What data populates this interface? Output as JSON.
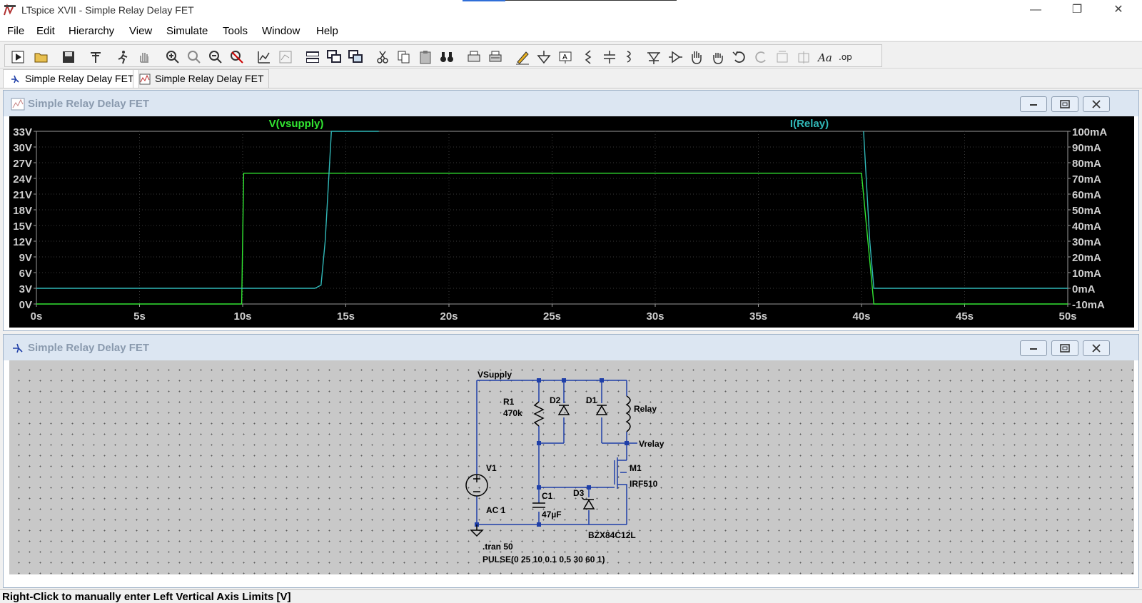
{
  "window": {
    "title": "LTspice XVII - Simple Relay Delay FET",
    "minimize": "—",
    "restore": "❐",
    "close": "✕"
  },
  "menu": [
    "File",
    "Edit",
    "Hierarchy",
    "View",
    "Simulate",
    "Tools",
    "Window",
    "Help"
  ],
  "tabs": [
    {
      "label": "Simple Relay Delay FET",
      "icon": "schematic-icon",
      "active": true
    },
    {
      "label": "Simple Relay Delay FET",
      "icon": "waveform-icon",
      "active": false
    }
  ],
  "plot_window": {
    "title": "Simple Relay Delay FET",
    "trace_labels": {
      "left": "V(vsupply)",
      "right": "I(Relay)"
    }
  },
  "schematic_window": {
    "title": "Simple Relay Delay FET",
    "labels": {
      "vsupply": "VSupply",
      "r1": "R1",
      "r1_val": "470k",
      "d2": "D2",
      "d1": "D1",
      "relay": "Relay",
      "vrelay": "Vrelay",
      "m1": "M1",
      "m1_model": "IRF510",
      "v1": "V1",
      "v1_val": "AC 1",
      "c1": "C1",
      "c1_val": "47µF",
      "d3": "D3",
      "d3_model": "BZX84C12L",
      "directive_tran": ".tran 50",
      "directive_pulse": "PULSE(0 25 10 0.1 0.5 30 60 1)"
    }
  },
  "status": "Right-Click to manually enter Left Vertical Axis Limits [V]",
  "colors": {
    "vsupply_trace": "#32e632",
    "relay_trace": "#31b8b8",
    "wire": "#1f3fa8",
    "plot_bg": "#000000",
    "schematic_bg": "#c8c8c8"
  },
  "chart_data": {
    "type": "line",
    "title": "",
    "xlabel": "",
    "ylabel": "",
    "x_ticks": [
      "0s",
      "5s",
      "10s",
      "15s",
      "20s",
      "25s",
      "30s",
      "35s",
      "40s",
      "45s",
      "50s"
    ],
    "y_left_ticks": [
      "0V",
      "3V",
      "6V",
      "9V",
      "12V",
      "15V",
      "18V",
      "21V",
      "24V",
      "27V",
      "30V",
      "33V"
    ],
    "y_right_ticks": [
      "-10mA",
      "0mA",
      "10mA",
      "20mA",
      "30mA",
      "40mA",
      "50mA",
      "60mA",
      "70mA",
      "80mA",
      "90mA",
      "100mA"
    ],
    "xlim": [
      0,
      50
    ],
    "ylim_left": [
      0,
      33
    ],
    "ylim_right": [
      -10,
      100
    ],
    "series": [
      {
        "name": "V(vsupply)",
        "axis": "left",
        "x": [
          0,
          9.95,
          10.05,
          40.0,
          40.6,
          50
        ],
        "y": [
          0,
          0,
          25,
          25,
          0,
          0
        ]
      },
      {
        "name": "I(Relay)",
        "axis": "right",
        "x": [
          0,
          13.5,
          13.8,
          14.0,
          14.3,
          16.6
        ],
        "y": [
          0,
          0,
          2,
          30,
          100,
          100
        ]
      },
      {
        "name": "I(Relay)",
        "axis": "right",
        "x": [
          40.1,
          40.4,
          40.6,
          50
        ],
        "y": [
          100,
          30,
          0,
          0
        ]
      }
    ]
  }
}
